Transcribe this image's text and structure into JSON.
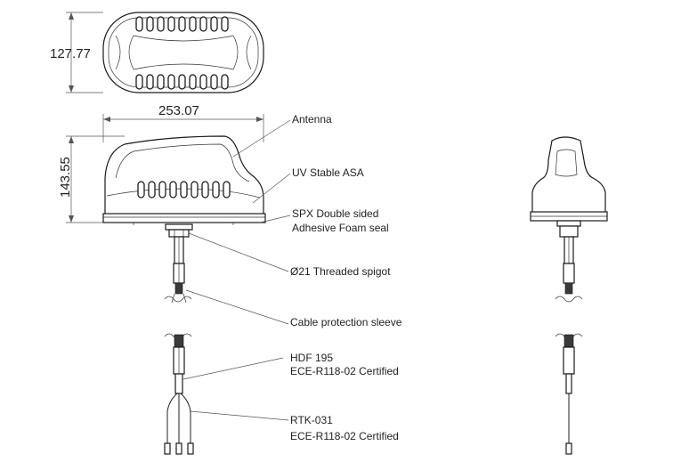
{
  "dimensions": {
    "top_width": "127.77",
    "width": "253.07",
    "height": "143.55"
  },
  "callouts": {
    "antenna": "Antenna",
    "uv": "UV Stable ASA",
    "seal_line1": "SPX Double sided",
    "seal_line2": "Adhesive Foam seal",
    "spigot": "Ø21 Threaded spigot",
    "sleeve": "Cable protection sleeve",
    "hdf_line1": "HDF 195",
    "hdf_line2": "ECE-R118-02 Certified",
    "rtk_line1": "RTK-031",
    "rtk_line2": "ECE-R118-02 Certified"
  }
}
